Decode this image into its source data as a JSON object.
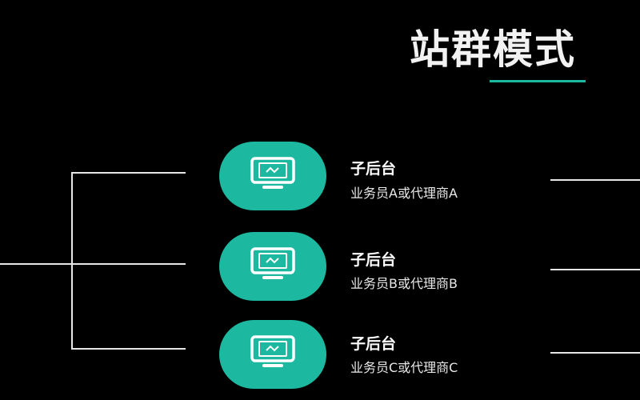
{
  "title": "站群模式",
  "colors": {
    "accent": "#1cb9a0",
    "background": "#000000",
    "line": "#e6e6e6"
  },
  "nodes": [
    {
      "title": "子后台",
      "subtitle": "业务员A或代理商A",
      "icon": "monitor-icon"
    },
    {
      "title": "子后台",
      "subtitle": "业务员B或代理商B",
      "icon": "monitor-icon"
    },
    {
      "title": "子后台",
      "subtitle": "业务员C或代理商C",
      "icon": "monitor-icon"
    }
  ]
}
